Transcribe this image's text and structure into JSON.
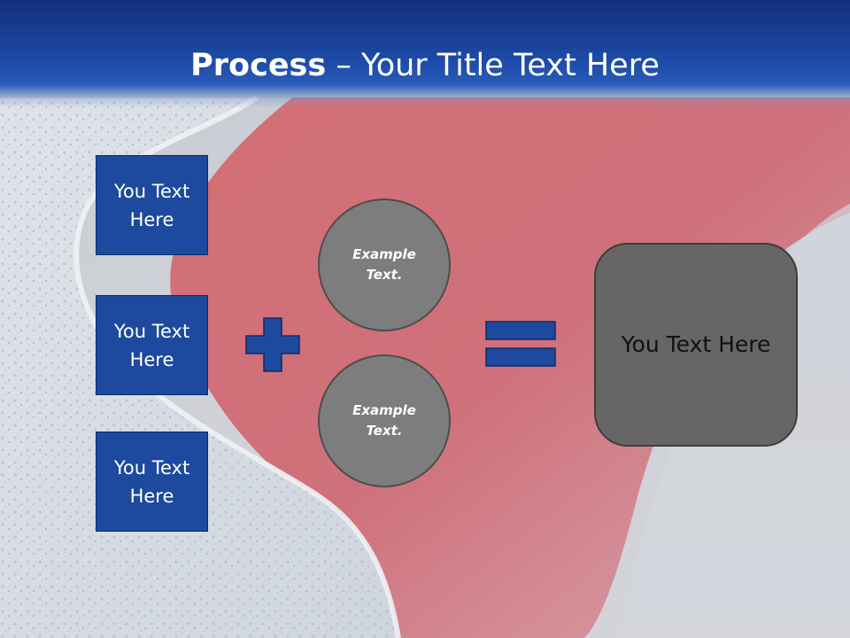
{
  "title": {
    "bold": "Process",
    "rest": " – Your Title Text Here"
  },
  "boxes": [
    {
      "label": "You Text Here"
    },
    {
      "label": "You Text Here"
    },
    {
      "label": "You Text Here"
    }
  ],
  "circles": [
    {
      "label": "Example Text."
    },
    {
      "label": "Example Text."
    }
  ],
  "result": {
    "label": "You Text Here"
  },
  "colors": {
    "title_bar": "#1c4aa6",
    "box_fill": "#1d4a9e",
    "circle_fill": "#7d7d7d",
    "result_fill": "#666666",
    "lagoon": "#c95c64"
  }
}
